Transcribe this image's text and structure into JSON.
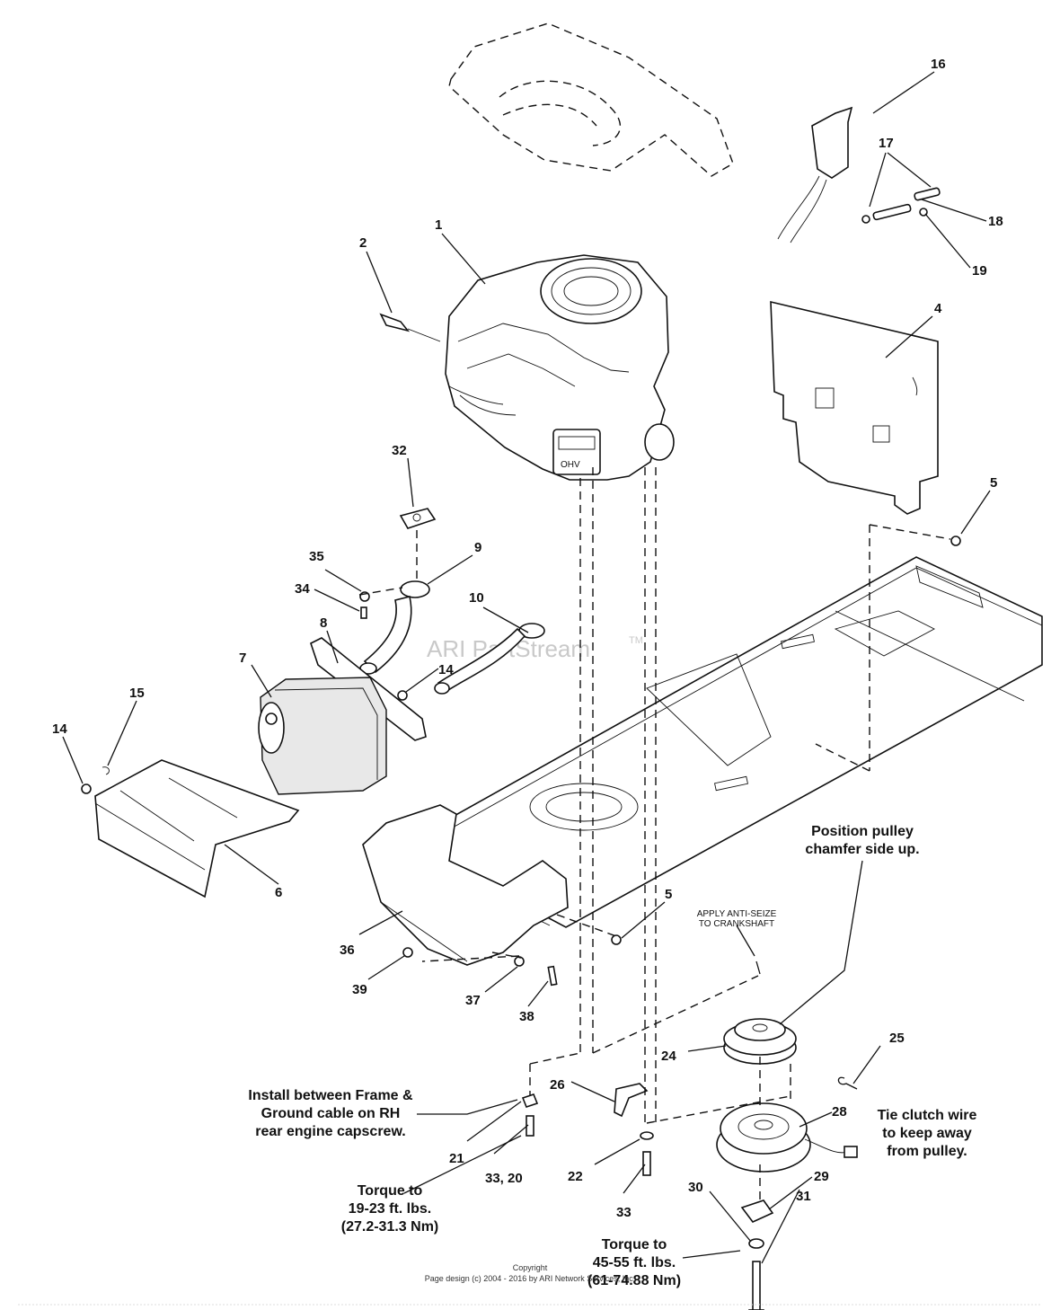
{
  "watermark": {
    "text": "ARI PartStream",
    "tm": "TM"
  },
  "callouts": [
    {
      "id": "c1",
      "label": "1"
    },
    {
      "id": "c2",
      "label": "2"
    },
    {
      "id": "c4",
      "label": "4"
    },
    {
      "id": "c5a",
      "label": "5"
    },
    {
      "id": "c5b",
      "label": "5"
    },
    {
      "id": "c6",
      "label": "6"
    },
    {
      "id": "c7",
      "label": "7"
    },
    {
      "id": "c8",
      "label": "8"
    },
    {
      "id": "c9",
      "label": "9"
    },
    {
      "id": "c10",
      "label": "10"
    },
    {
      "id": "c14a",
      "label": "14"
    },
    {
      "id": "c14b",
      "label": "14"
    },
    {
      "id": "c15",
      "label": "15"
    },
    {
      "id": "c16",
      "label": "16"
    },
    {
      "id": "c17",
      "label": "17"
    },
    {
      "id": "c18",
      "label": "18"
    },
    {
      "id": "c19",
      "label": "19"
    },
    {
      "id": "c21",
      "label": "21"
    },
    {
      "id": "c22",
      "label": "22"
    },
    {
      "id": "c24",
      "label": "24"
    },
    {
      "id": "c25",
      "label": "25"
    },
    {
      "id": "c26",
      "label": "26"
    },
    {
      "id": "c28",
      "label": "28"
    },
    {
      "id": "c29",
      "label": "29"
    },
    {
      "id": "c30",
      "label": "30"
    },
    {
      "id": "c31",
      "label": "31"
    },
    {
      "id": "c32",
      "label": "32"
    },
    {
      "id": "c33a",
      "label": "33, 20"
    },
    {
      "id": "c33b",
      "label": "33"
    },
    {
      "id": "c34",
      "label": "34"
    },
    {
      "id": "c35",
      "label": "35"
    },
    {
      "id": "c36",
      "label": "36"
    },
    {
      "id": "c37",
      "label": "37"
    },
    {
      "id": "c38",
      "label": "38"
    },
    {
      "id": "c39",
      "label": "39"
    }
  ],
  "notes": {
    "pulley": [
      "Position pulley",
      "chamfer side up."
    ],
    "antiseize": [
      "APPLY ANTI-SEIZE",
      "TO CRANKSHAFT"
    ],
    "install": [
      "Install between Frame &",
      "Ground cable on RH",
      "rear engine capscrew."
    ],
    "tie": [
      "Tie clutch wire",
      "to keep away",
      "from pulley."
    ],
    "torque1": [
      "Torque to",
      "19-23 ft. lbs.",
      "(27.2-31.3 Nm)"
    ],
    "torque2": [
      "Torque to",
      "45-55 ft. lbs.",
      "(61-74.88 Nm)"
    ]
  },
  "footer": {
    "line1": "Copyright",
    "line2": "Page design (c) 2004 - 2016 by ARI Network Services, Inc."
  }
}
